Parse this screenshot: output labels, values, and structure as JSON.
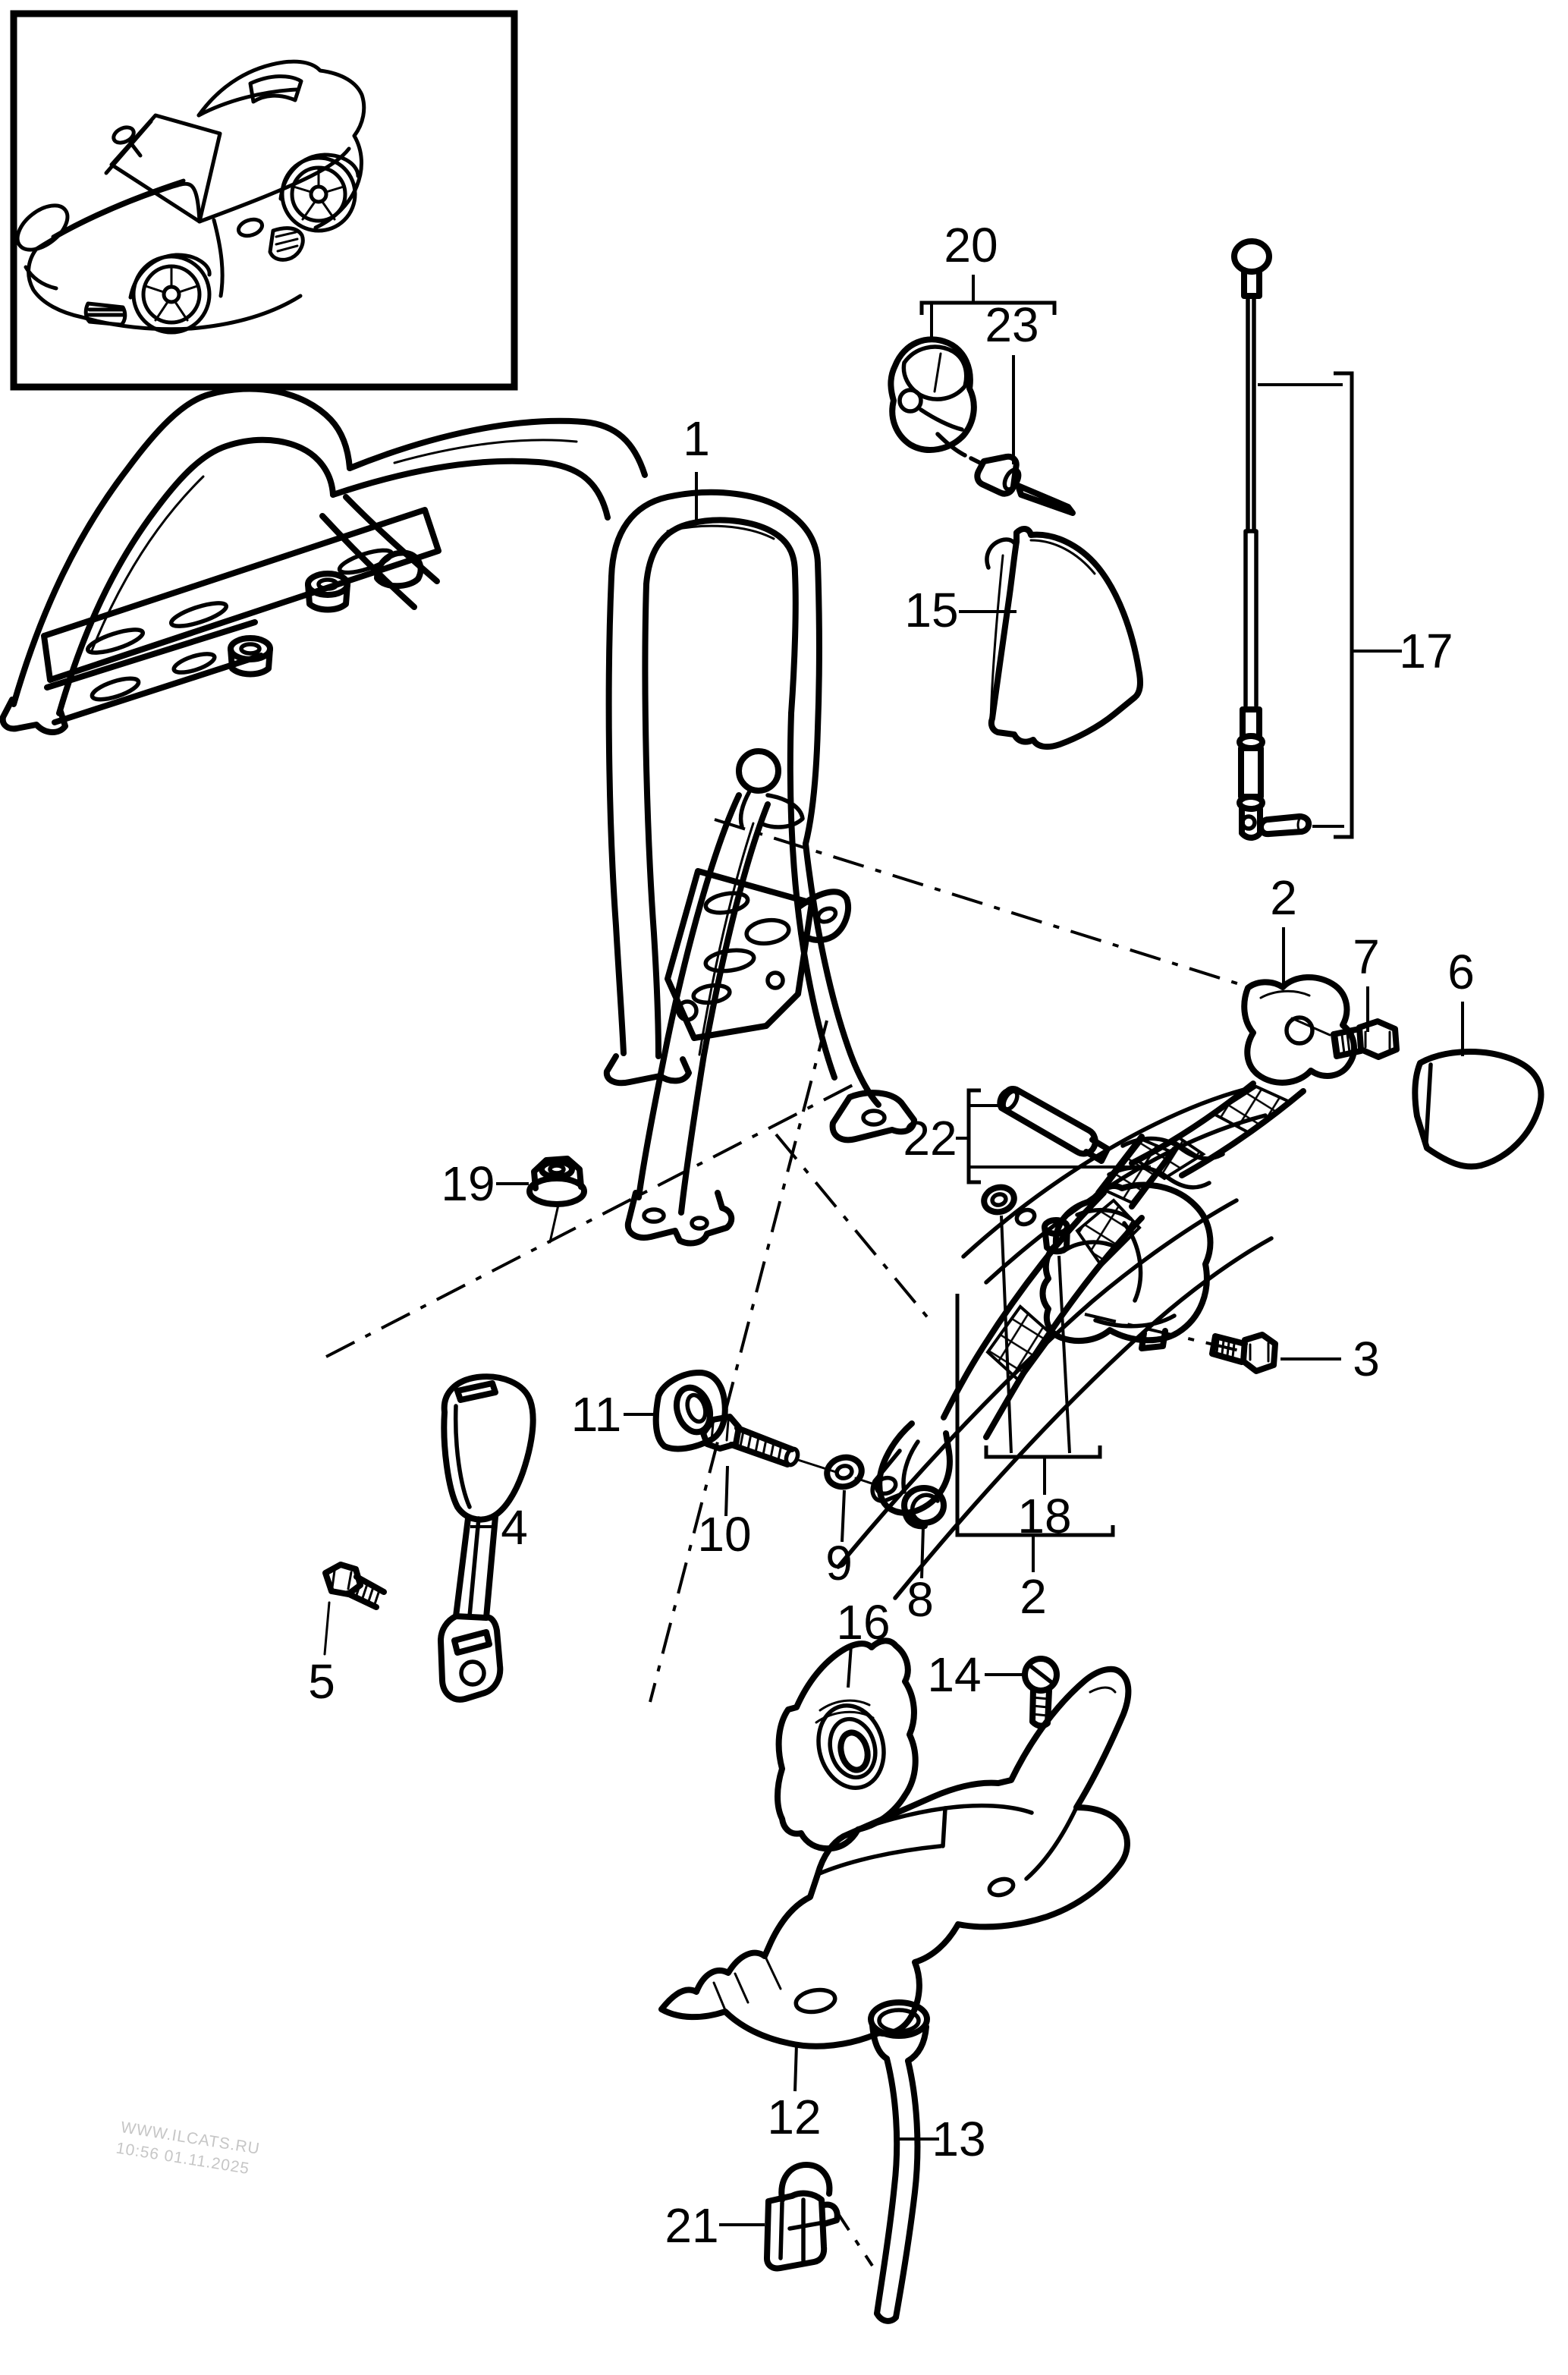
{
  "diagram": {
    "type": "parts-exploded-diagram",
    "subject": "roll bar / seat belt / antenna assembly",
    "colors": {
      "background": "#ffffff",
      "ink": "#000000",
      "watermark": "#c6c6c6"
    }
  },
  "watermark": {
    "line1": "WWW.ILCATS.RU",
    "line2": "10:56 01.11.2025"
  },
  "callouts": {
    "c1": {
      "label": "1"
    },
    "c2_top": {
      "label": "2"
    },
    "c2_bottom": {
      "label": "2"
    },
    "c3": {
      "label": "3"
    },
    "c4": {
      "label": "4"
    },
    "c5": {
      "label": "5"
    },
    "c6": {
      "label": "6"
    },
    "c7": {
      "label": "7"
    },
    "c8": {
      "label": "8"
    },
    "c9": {
      "label": "9"
    },
    "c10": {
      "label": "10"
    },
    "c11": {
      "label": "11"
    },
    "c12": {
      "label": "12"
    },
    "c13": {
      "label": "13"
    },
    "c14": {
      "label": "14"
    },
    "c15": {
      "label": "15"
    },
    "c16": {
      "label": "16"
    },
    "c17": {
      "label": "17"
    },
    "c18": {
      "label": "18"
    },
    "c19": {
      "label": "19"
    },
    "c20": {
      "label": "20"
    },
    "c21": {
      "label": "21"
    },
    "c22": {
      "label": "22"
    },
    "c23": {
      "label": "23"
    }
  }
}
